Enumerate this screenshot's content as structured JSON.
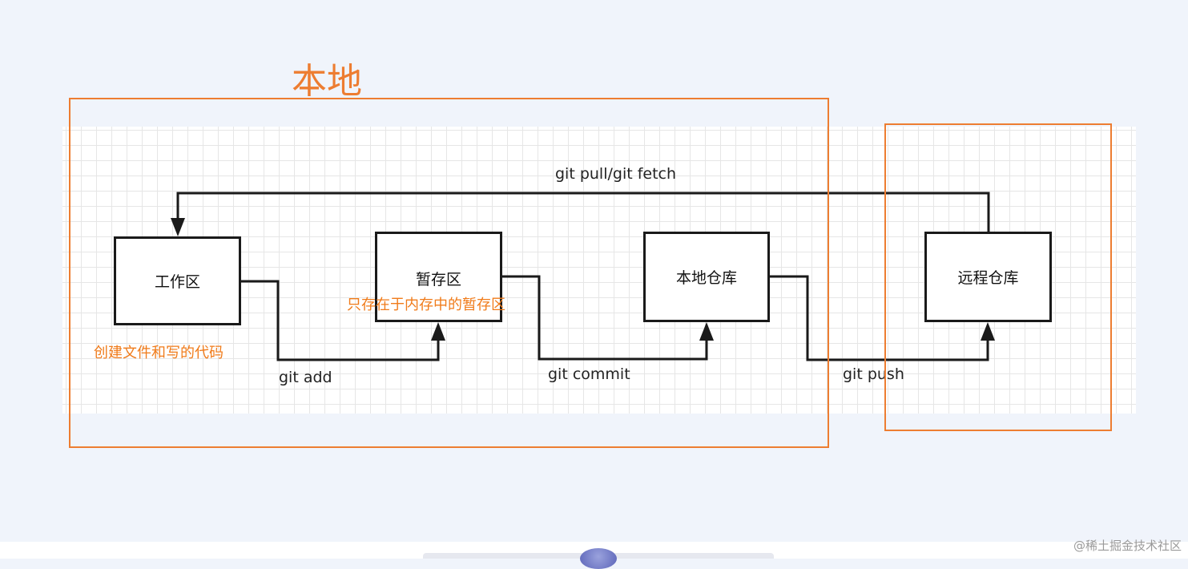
{
  "nodes": {
    "workspace": "工作区",
    "staging": "暂存区",
    "local_repo": "本地仓库",
    "remote_repo": "远程仓库"
  },
  "edges": {
    "pull_fetch": "git pull/git fetch",
    "add": "git add",
    "commit": "git commit",
    "push": "git push"
  },
  "annotations": {
    "workspace_note": "创建文件和写的代码",
    "staging_note": "只存在于内存中的暂存区"
  },
  "regions": {
    "local_title": "本地"
  },
  "watermark": "@稀土掘金技术社区",
  "colors": {
    "region_orange": "#ed7d31",
    "note_orange": "#f07b1a",
    "line_dark": "#1a1a1a"
  }
}
